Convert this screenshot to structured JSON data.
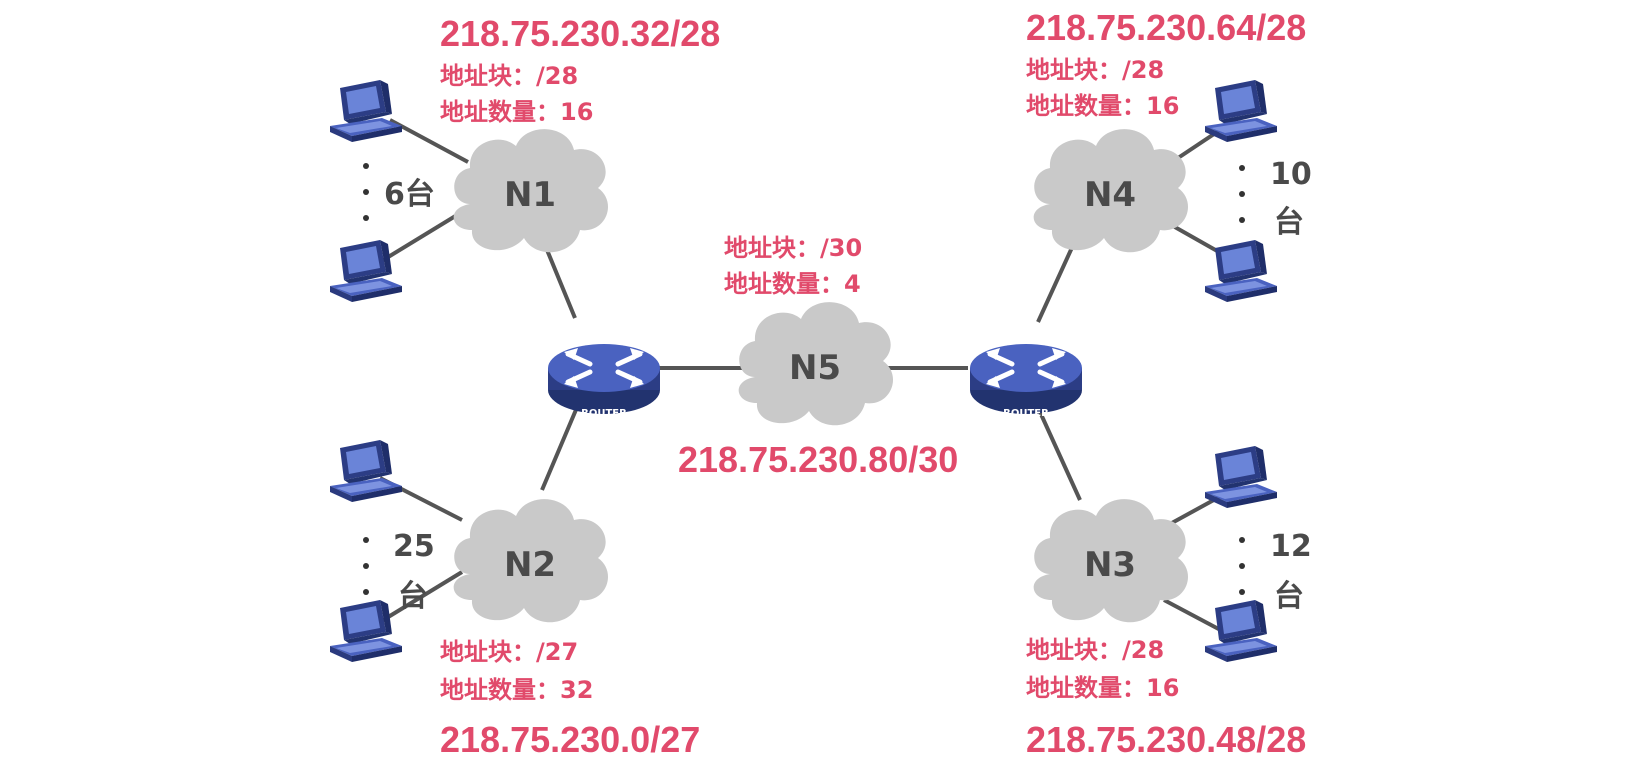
{
  "networks": {
    "n1": {
      "label": "N1",
      "ip": "218.75.230.32/28",
      "block": "地址块：/28",
      "count": "地址数量：16",
      "hosts": "6台"
    },
    "n2": {
      "label": "N2",
      "ip": "218.75.230.0/27",
      "block": "地址块：/27",
      "count": "地址数量：32",
      "hosts_line1": "25",
      "hosts_line2": "台"
    },
    "n3": {
      "label": "N3",
      "ip": "218.75.230.48/28",
      "block": "地址块：/28",
      "count": "地址数量：16",
      "hosts_line1": "12",
      "hosts_line2": "台"
    },
    "n4": {
      "label": "N4",
      "ip": "218.75.230.64/28",
      "block": "地址块：/28",
      "count": "地址数量：16",
      "hosts_line1": "10",
      "hosts_line2": "台"
    },
    "n5": {
      "label": "N5",
      "ip": "218.75.230.80/30",
      "block": "地址块：/30",
      "count": "地址数量：4"
    }
  },
  "routers": {
    "label": "ROUTER"
  },
  "colors": {
    "annotation": "#e14a6b",
    "cloud": "#c9c9c9",
    "router": "#3b4f9a",
    "computer": "#3a4fa0"
  }
}
